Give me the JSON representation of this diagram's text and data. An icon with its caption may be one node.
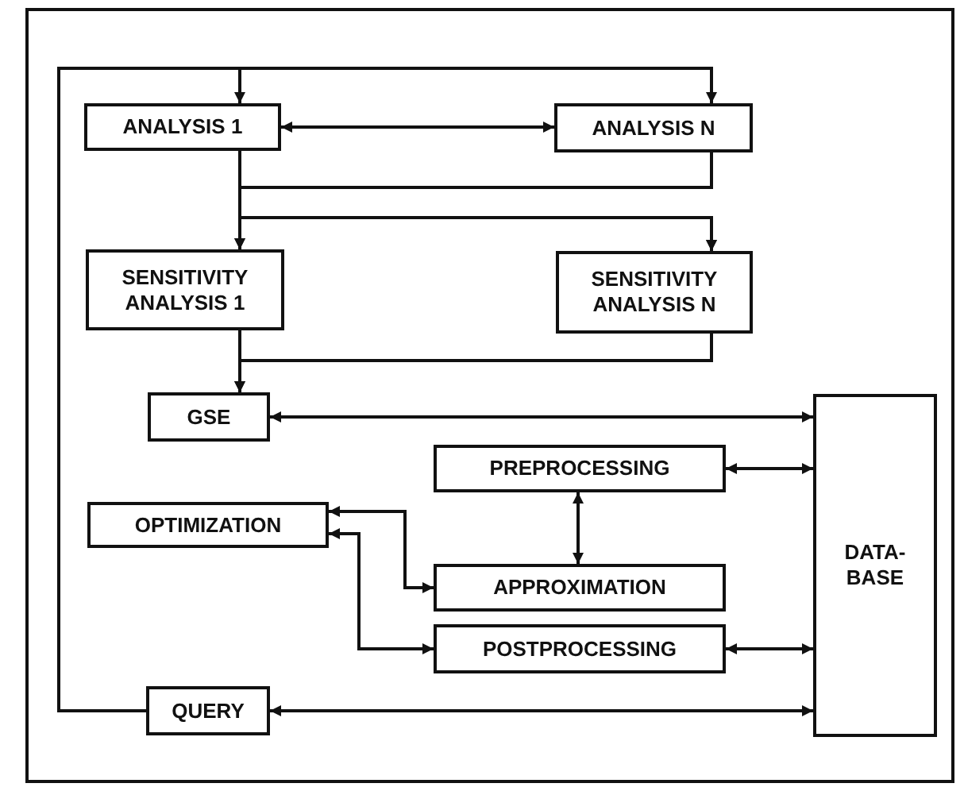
{
  "diagram": {
    "nodes": [
      {
        "text": [
          "ANALYSIS 1"
        ]
      },
      {
        "text": [
          "ANALYSIS N"
        ]
      },
      {
        "text": [
          "SENSITIVITY ANALYSIS 1"
        ]
      },
      {
        "text": [
          "SENSITIVITY ANALYSIS N"
        ]
      },
      {
        "text": [
          "GSE"
        ]
      },
      {
        "text": [
          "DATA- BASE"
        ]
      },
      {
        "text": [
          "PREPROCESSING"
        ]
      },
      {
        "text": [
          "OPTIMIZATION"
        ]
      },
      {
        "text": [
          "APPROXIMATION"
        ]
      },
      {
        "text": [
          "POSTPROCESSING"
        ]
      },
      {
        "text": [
          "QUERY"
        ]
      }
    ],
    "edges": [
      {
        "from": 10,
        "to": 0,
        "arrow": "to"
      },
      {
        "from": 10,
        "to": 1,
        "arrow": "to"
      },
      {
        "from": 0,
        "to": 1,
        "arrow": "both"
      },
      {
        "from": 0,
        "to": 2,
        "arrow": "to"
      },
      {
        "from": 0,
        "to": 3,
        "arrow": "to"
      },
      {
        "from": 1,
        "to": 2,
        "arrow": "to"
      },
      {
        "from": 1,
        "to": 3,
        "arrow": "to"
      },
      {
        "from": 2,
        "to": 4,
        "arrow": "to"
      },
      {
        "from": 3,
        "to": 4,
        "arrow": "to"
      },
      {
        "from": 4,
        "to": 5,
        "arrow": "both"
      },
      {
        "from": 6,
        "to": 5,
        "arrow": "both"
      },
      {
        "from": 6,
        "to": 8,
        "arrow": "both"
      },
      {
        "from": 7,
        "to": 8,
        "arrow": "both"
      },
      {
        "from": 7,
        "to": 9,
        "arrow": "both"
      },
      {
        "from": 9,
        "to": 5,
        "arrow": "both"
      },
      {
        "from": 10,
        "to": 5,
        "arrow": "both"
      }
    ]
  }
}
